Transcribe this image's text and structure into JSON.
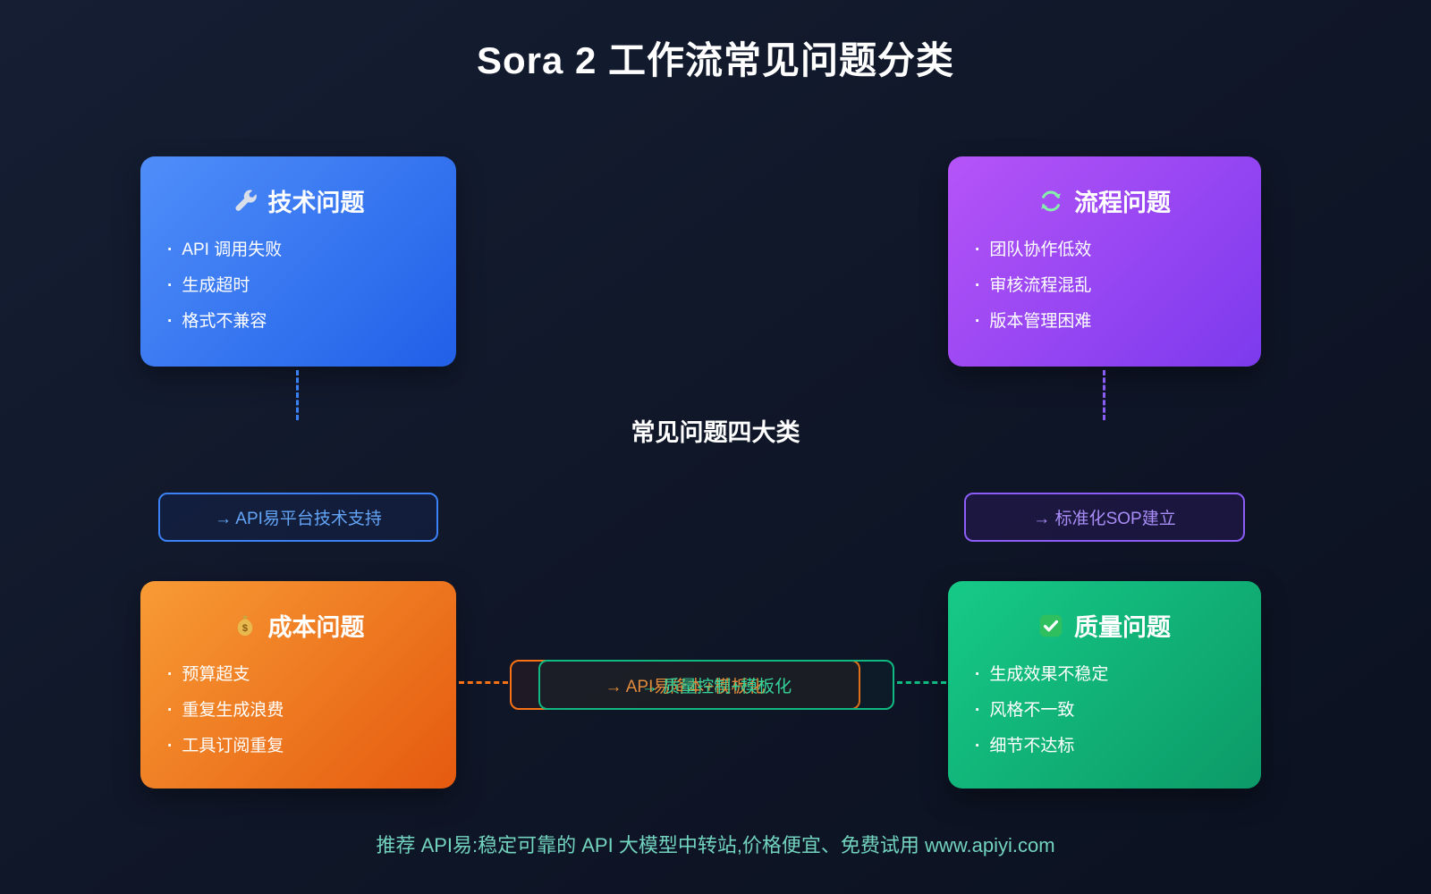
{
  "title": "Sora 2 工作流常见问题分类",
  "center_label": "常见问题四大类",
  "cards": {
    "tech": {
      "title": "技术问题",
      "icon": "wrench-icon",
      "items": [
        "API 调用失败",
        "生成超时",
        "格式不兼容"
      ]
    },
    "process": {
      "title": "流程问题",
      "icon": "refresh-icon",
      "items": [
        "团队协作低效",
        "审核流程混乱",
        "版本管理困难"
      ]
    },
    "cost": {
      "title": "成本问题",
      "icon": "money-bag-icon",
      "items": [
        "预算超支",
        "重复生成浪费",
        "工具订阅重复"
      ]
    },
    "quality": {
      "title": "质量问题",
      "icon": "check-icon",
      "items": [
        "生成效果不稳定",
        "风格不一致",
        "细节不达标"
      ]
    }
  },
  "solutions": {
    "tech": {
      "label": "→ API易平台技术支持"
    },
    "process": {
      "label": "→ 标准化SOP建立"
    },
    "cost": {
      "label": "→ API易降本+模板化"
    },
    "quality": {
      "label": "→ 质量控制+模板化"
    }
  },
  "footer": "推荐 API易:稳定可靠的 API 大模型中转站,价格便宜、免费试用 www.apiyi.com",
  "colors": {
    "tech_accent": "#3b82f6",
    "process_accent": "#8b5cf6",
    "cost_accent": "#f97316",
    "quality_accent": "#10b981",
    "footer_text": "#72d3be"
  }
}
